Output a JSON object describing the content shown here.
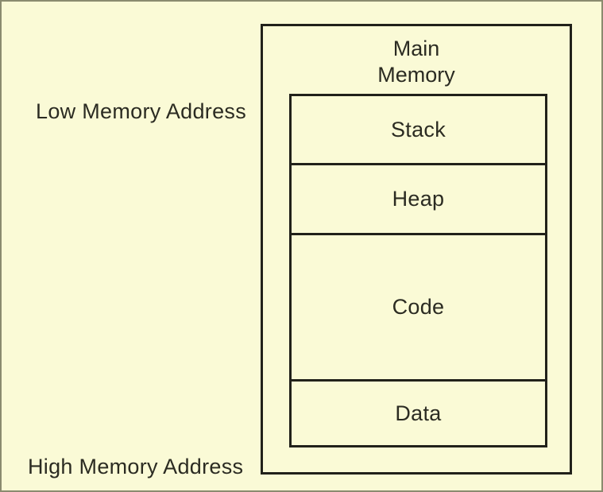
{
  "diagram": {
    "title_lines": [
      "Main",
      "Memory"
    ],
    "side_labels": {
      "low": "Low Memory Address",
      "high": "High Memory Address"
    },
    "segments": [
      {
        "label": "Stack"
      },
      {
        "label": "Heap"
      },
      {
        "label": "Code"
      },
      {
        "label": "Data"
      }
    ],
    "colors": {
      "background": "#fafad6",
      "border": "#21211a",
      "text": "#2b2b22",
      "frame": "#8a8b6f"
    }
  }
}
